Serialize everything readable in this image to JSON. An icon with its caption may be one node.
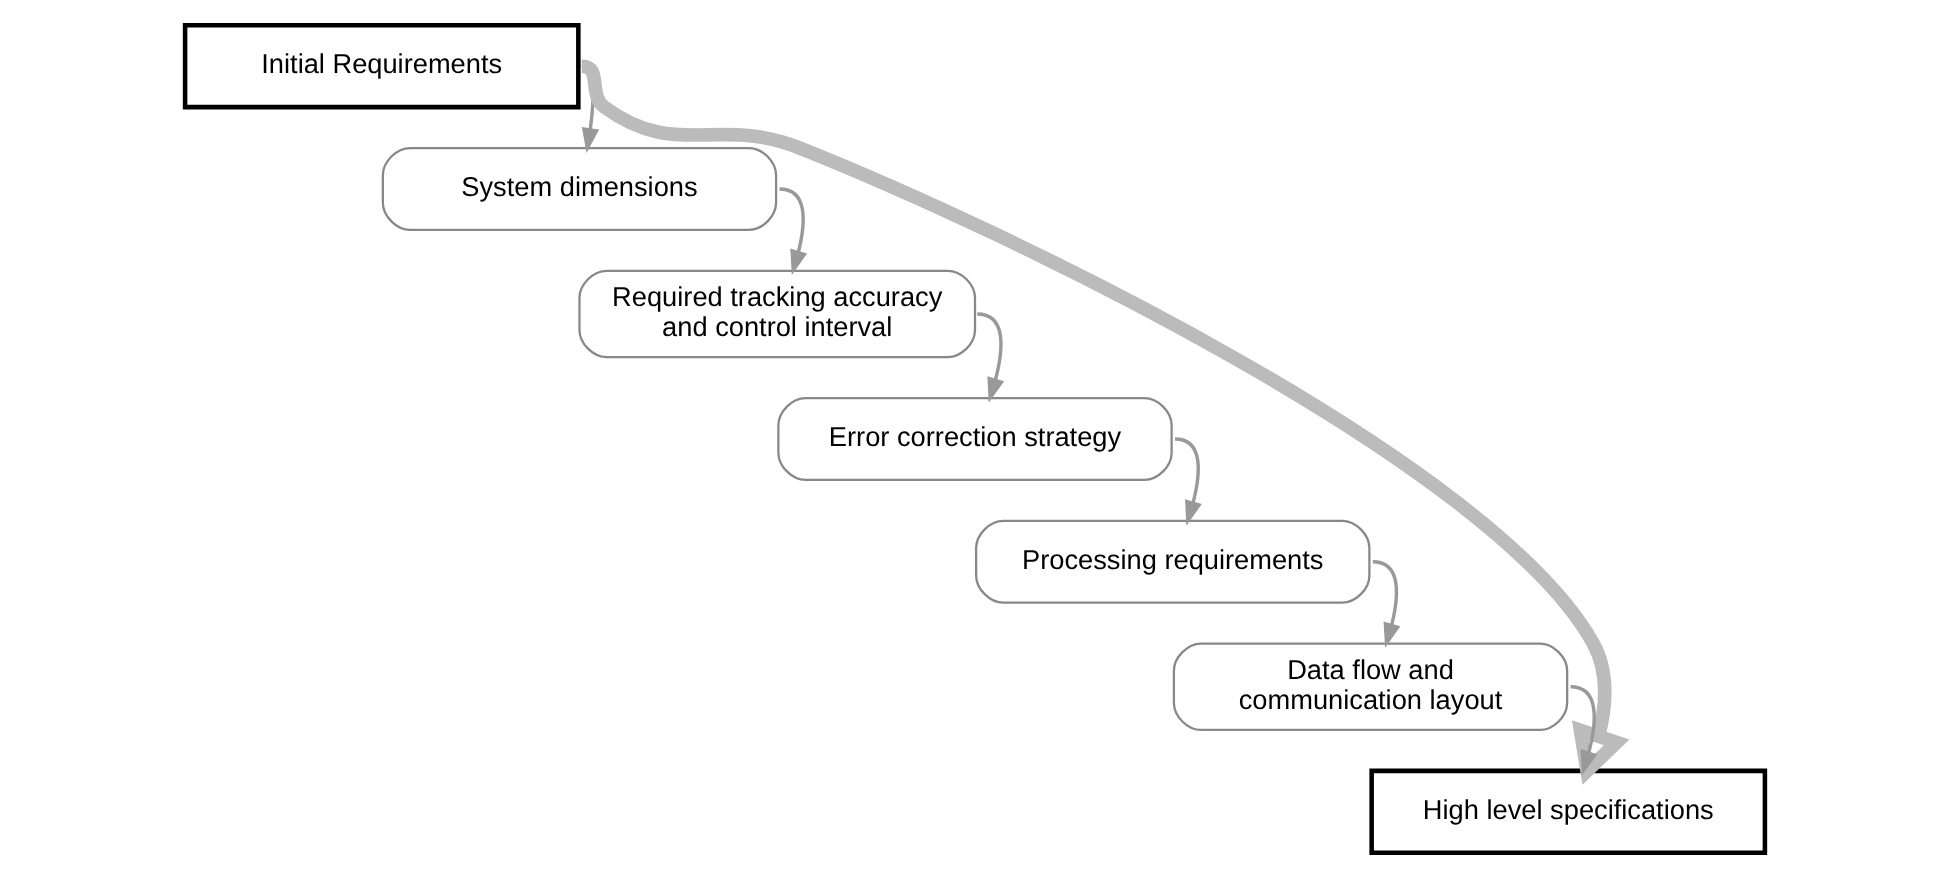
{
  "diagram": {
    "nodes": [
      {
        "text": [
          "Initial Requirements"
        ]
      },
      {
        "text": [
          "System dimensions"
        ]
      },
      {
        "text": [
          "Required tracking accuracy and control interval"
        ]
      },
      {
        "text": [
          "Error correction strategy"
        ]
      },
      {
        "text": [
          "Processing requirements"
        ]
      },
      {
        "text": [
          "Data flow and communication layout"
        ]
      },
      {
        "text": [
          "High level specifications"
        ]
      }
    ],
    "edges": [
      {
        "from": 0,
        "to": 1,
        "arrow": "to"
      },
      {
        "from": 1,
        "to": 2,
        "arrow": "to"
      },
      {
        "from": 2,
        "to": 3,
        "arrow": "to"
      },
      {
        "from": 3,
        "to": 4,
        "arrow": "to"
      },
      {
        "from": 4,
        "to": 5,
        "arrow": "to"
      },
      {
        "from": 5,
        "to": 6,
        "arrow": "to"
      },
      {
        "from": 0,
        "to": 6,
        "arrow": "to",
        "style": "thick",
        "color": "#bbbbbb"
      }
    ]
  }
}
